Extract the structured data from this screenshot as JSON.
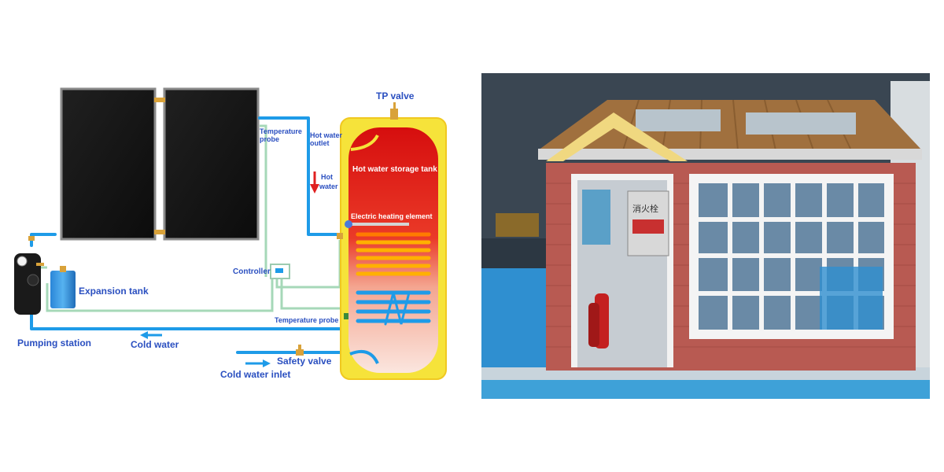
{
  "diagram": {
    "labels": {
      "tp_valve": "TP valve",
      "temperature_probe_top_1": "Temperature",
      "temperature_probe_top_2": "probe",
      "hot_water_outlet_1": "Hot water",
      "hot_water_outlet_2": "outlet",
      "hot_water_1": "Hot",
      "hot_water_2": "water",
      "storage_tank": "Hot water storage tank",
      "heating_element": "Electric heating element",
      "controller": "Controller",
      "expansion_tank": "Expansion tank",
      "temperature_probe_bottom": "Temperature probe",
      "pumping_station": "Pumping station",
      "cold_water": "Cold water",
      "safety_valve": "Safety valve",
      "cold_water_inlet": "Cold water inlet"
    },
    "colors": {
      "text": "#2a4fc0",
      "pipe_hot": "#1e9be8",
      "pipe_return": "#9ed3b0",
      "tank_outer": "#f6e33a",
      "tank_inner_top": "#d81010",
      "tank_inner_bottom": "#f8e0d8",
      "panel": "#141414",
      "arrow_red": "#e02020"
    }
  },
  "photo": {
    "sign_text": "消火栓",
    "colors": {
      "brick": "#b85a52",
      "roof": "#a0703e",
      "floor": "#3ea1d8",
      "window_frame": "#f4f4f4",
      "wall_bg": "#2a3440"
    }
  }
}
